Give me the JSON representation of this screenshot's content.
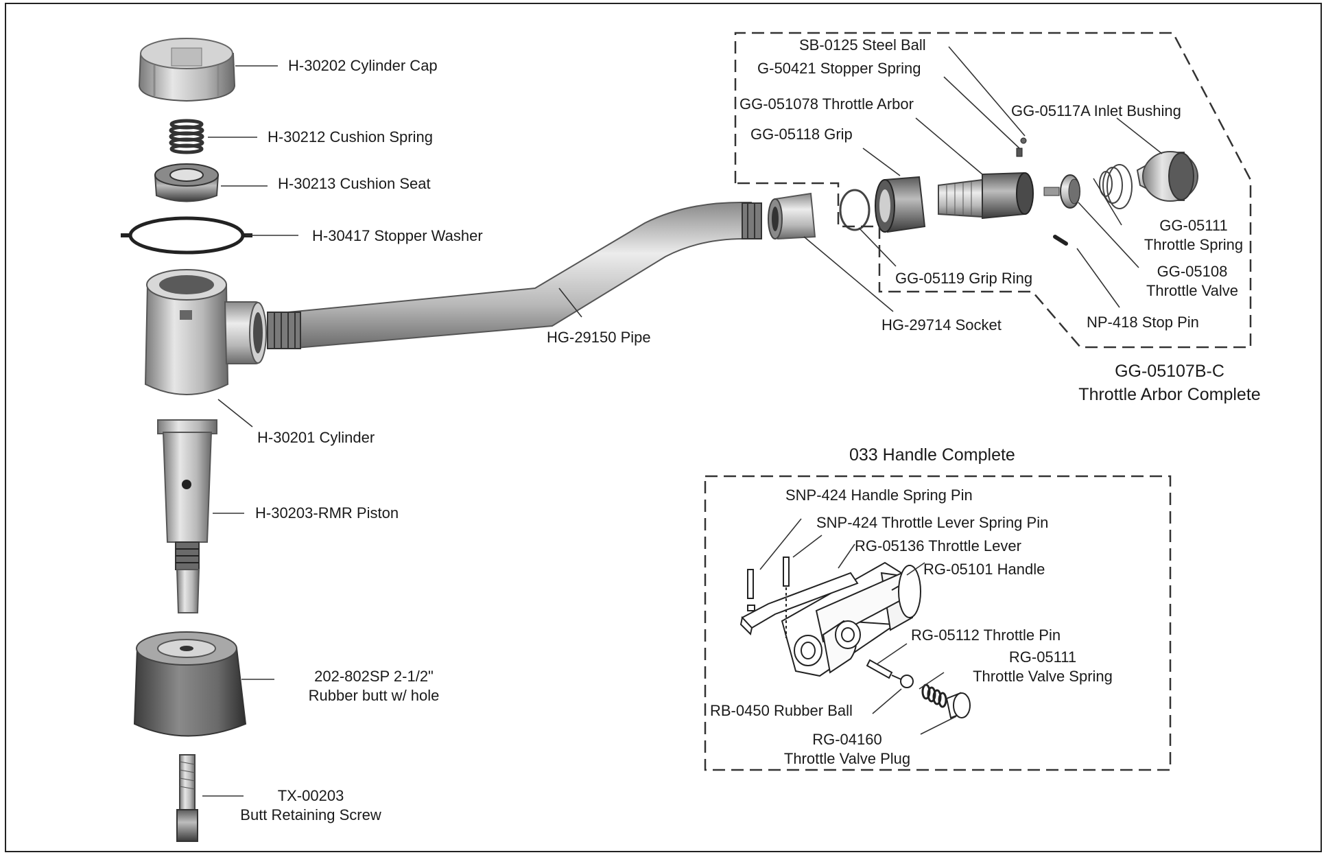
{
  "colors": {
    "line": "#3a3a3a",
    "metal_dark": "#6f6f6f",
    "metal_mid": "#b4b4b4",
    "metal_light": "#e4e4e4",
    "text": "#1a1a1a"
  },
  "labels": {
    "cylinder_cap": "H-30202 Cylinder Cap",
    "cushion_spring": "H-30212 Cushion Spring",
    "cushion_seat": "H-30213 Cushion Seat",
    "stopper_washer": "H-30417 Stopper Washer",
    "cylinder": "H-30201 Cylinder",
    "piston": "H-30203-RMR Piston",
    "rubber_butt_1": "202-802SP 2-1/2\"",
    "rubber_butt_2": "Rubber butt w/ hole",
    "retaining_screw_1": "TX-00203",
    "retaining_screw_2": "Butt Retaining Screw",
    "pipe": "HG-29150 Pipe",
    "socket": "HG-29714 Socket",
    "grip_ring": "GG-05119 Grip Ring",
    "grip": "GG-05118 Grip",
    "throttle_arbor": "GG-051078 Throttle Arbor",
    "stopper_spring": "G-50421 Stopper Spring",
    "steel_ball": "SB-0125 Steel Ball",
    "inlet_bushing": "GG-05117A Inlet Bushing",
    "throttle_spring_1": "GG-05111",
    "throttle_spring_2": "Throttle Spring",
    "throttle_valve_1": "GG-05108",
    "throttle_valve_2": "Throttle Valve",
    "stop_pin": "NP-418 Stop Pin",
    "arbor_complete_1": "GG-05107B-C",
    "arbor_complete_2": "Throttle Arbor Complete",
    "handle_complete": "033 Handle Complete",
    "handle_spring_pin": "SNP-424 Handle Spring Pin",
    "lever_spring_pin": "SNP-424 Throttle Lever Spring Pin",
    "throttle_lever": "RG-05136 Throttle Lever",
    "handle": "RG-05101 Handle",
    "throttle_pin": "RG-05112 Throttle Pin",
    "valve_spring_1": "RG-05111",
    "valve_spring_2": "Throttle Valve Spring",
    "rubber_ball": "RB-0450 Rubber Ball",
    "valve_plug_1": "RG-04160",
    "valve_plug_2": "Throttle Valve Plug"
  }
}
